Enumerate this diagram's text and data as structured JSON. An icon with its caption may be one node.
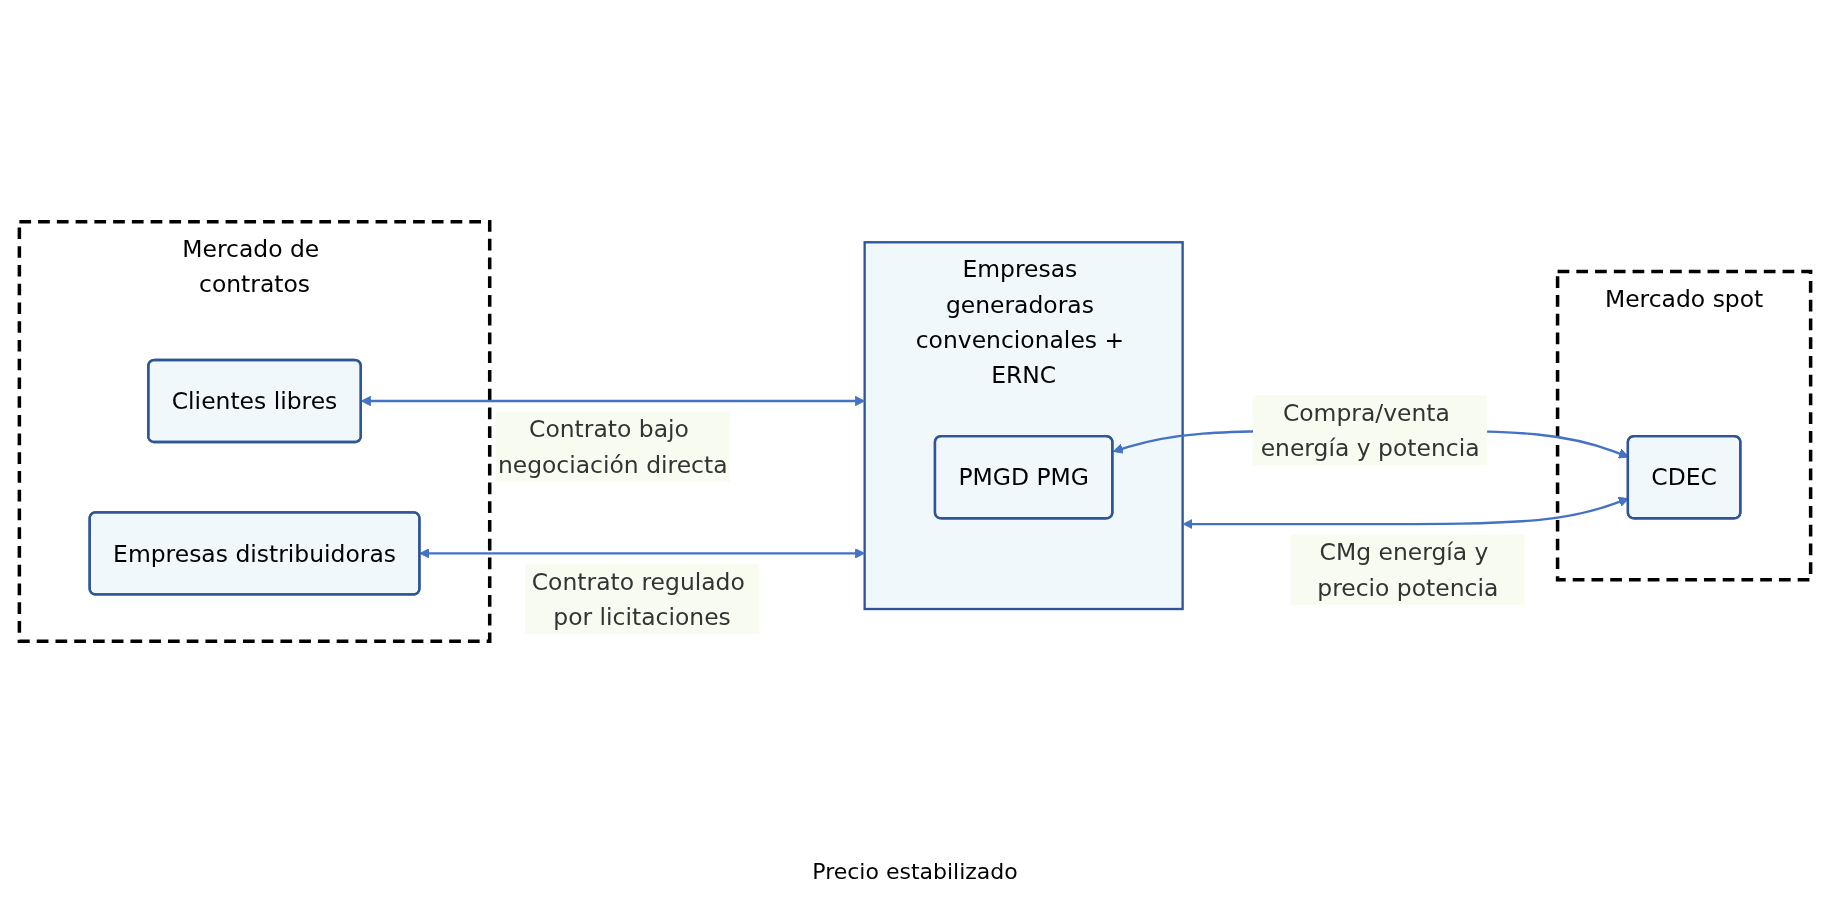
{
  "diagram": {
    "nodes": [
      {
        "text": [
          "Mercado de contratos"
        ]
      },
      {
        "text": [
          "Clientes libres"
        ],
        "in": 0
      },
      {
        "text": [
          "Empresas distribuidoras"
        ],
        "in": 0
      },
      {
        "text": [
          "Empresas generadoras convencionales + ERNC"
        ]
      },
      {
        "text": [
          "PMGD PMG"
        ],
        "in": 3
      },
      {
        "text": [
          "Mercado spot"
        ]
      },
      {
        "text": [
          "CDEC"
        ],
        "in": 5
      }
    ],
    "edges": [
      {
        "from": 1,
        "to": 3,
        "arrow": "both",
        "label": "Contrato bajo negociación directa"
      },
      {
        "from": 2,
        "to": 3,
        "arrow": "both",
        "label": "Contrato regulado por licitaciones"
      },
      {
        "from": 3,
        "to": 6,
        "arrow": "both",
        "label": "CMg energía y precio potencia"
      },
      {
        "from": 4,
        "to": 6,
        "arrow": "both",
        "label": "Compra/venta energía y potencia"
      }
    ],
    "labels": [
      "Precio estabilizado"
    ]
  }
}
